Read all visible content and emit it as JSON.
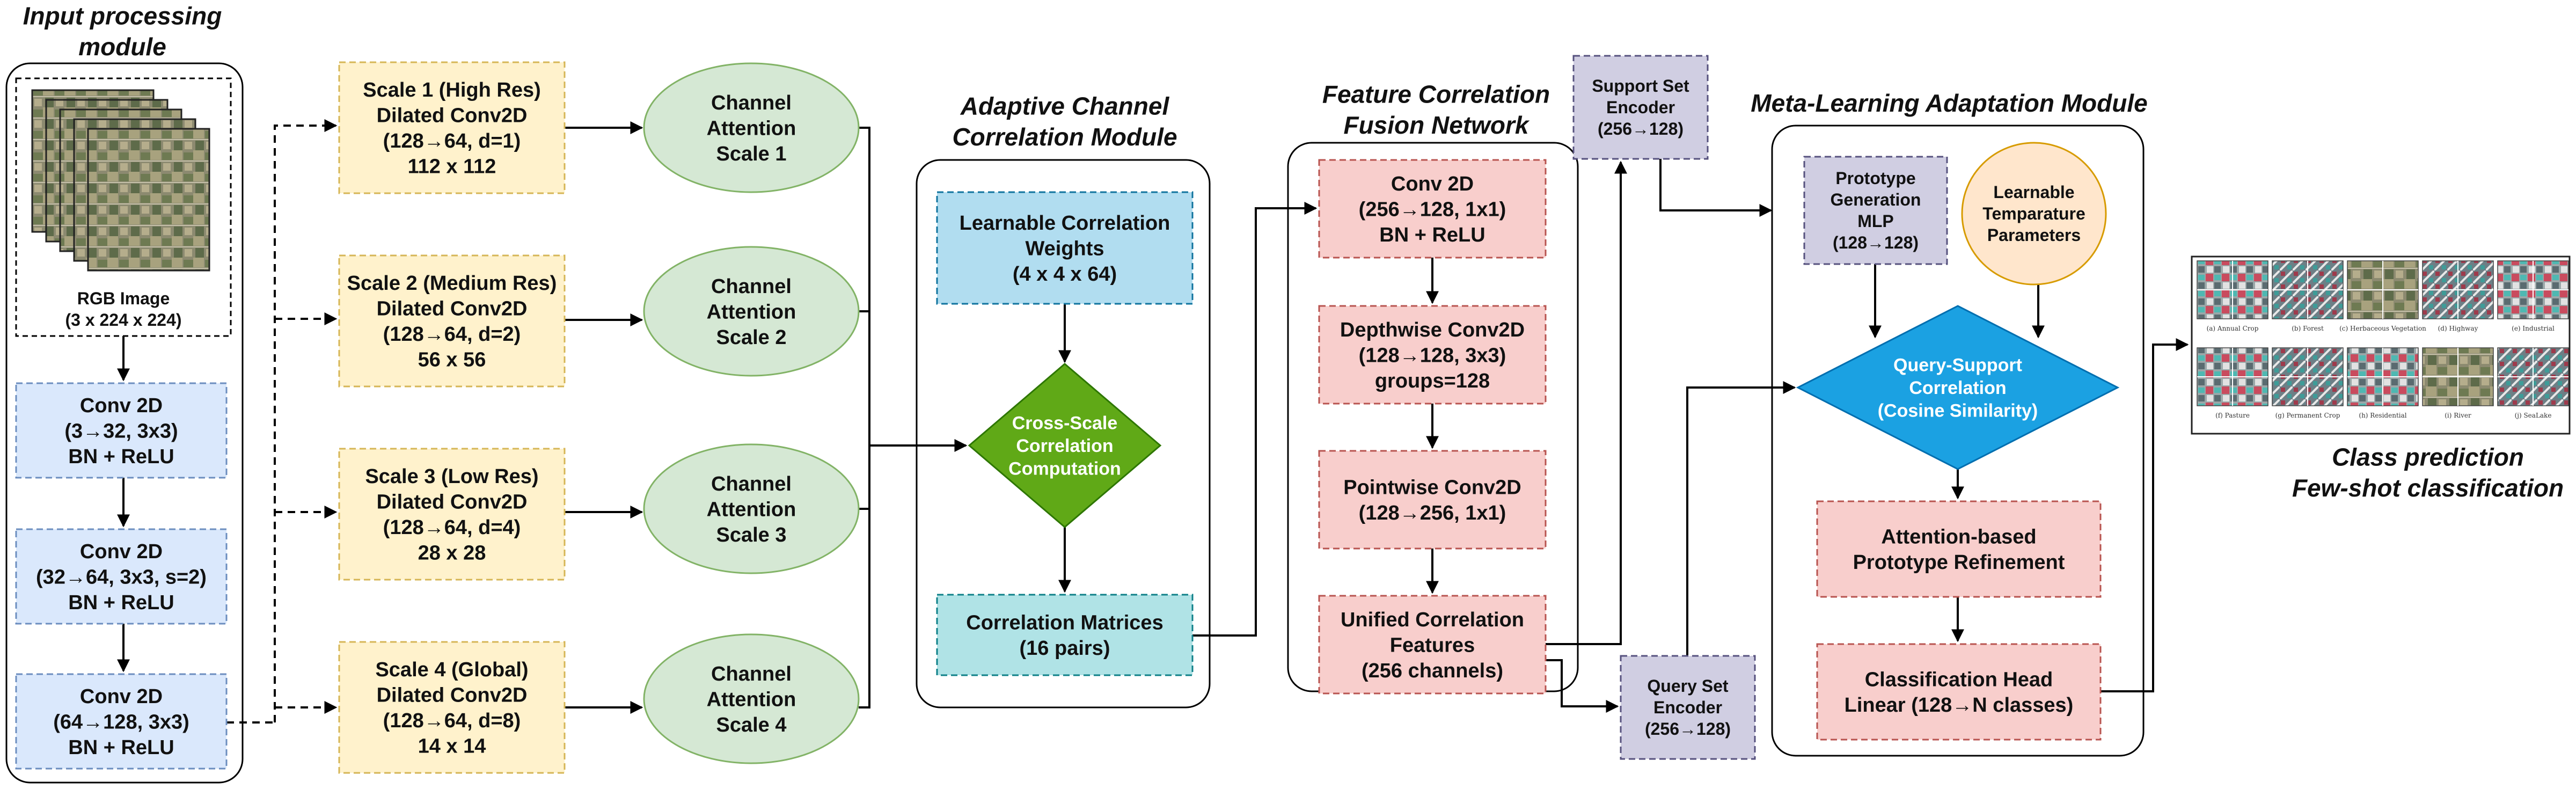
{
  "titles": {
    "input_module": [
      "Input processing",
      "module"
    ],
    "adaptive_module": [
      "Adaptive Channel",
      "Correlation Module"
    ],
    "fusion_network": [
      "Feature Correlation",
      "Fusion Network"
    ],
    "meta_module": [
      "Meta-Learning Adaptation Module"
    ],
    "output": [
      "Class prediction",
      "Few-shot classification"
    ]
  },
  "rgb_image": [
    "RGB Image",
    "(3 x 224 x 224)"
  ],
  "input_convs": [
    [
      "Conv 2D",
      "(3→32, 3x3)",
      "BN + ReLU"
    ],
    [
      "Conv 2D",
      "(32→64, 3x3, s=2)",
      "BN + ReLU"
    ],
    [
      "Conv 2D",
      "(64→128, 3x3)",
      "BN + ReLU"
    ]
  ],
  "scales": [
    [
      "Scale 1 (High Res)",
      "Dilated Conv2D",
      "(128→64, d=1)",
      "112 x 112"
    ],
    [
      "Scale 2 (Medium Res)",
      "Dilated Conv2D",
      "(128→64, d=2)",
      "56 x 56"
    ],
    [
      "Scale 3 (Low Res)",
      "Dilated Conv2D",
      "(128→64, d=4)",
      "28 x 28"
    ],
    [
      "Scale 4 (Global)",
      "Dilated Conv2D",
      "(128→64, d=8)",
      "14 x 14"
    ]
  ],
  "attentions": [
    [
      "Channel",
      "Attention",
      "Scale 1"
    ],
    [
      "Channel",
      "Attention",
      "Scale 2"
    ],
    [
      "Channel",
      "Attention",
      "Scale 3"
    ],
    [
      "Channel",
      "Attention",
      "Scale 4"
    ]
  ],
  "correlation_weights": [
    "Learnable Correlation",
    "Weights",
    "(4 x 4 x 64)"
  ],
  "cross_scale": [
    "Cross-Scale",
    "Correlation",
    "Computation"
  ],
  "correlation_matrices": [
    "Correlation Matrices",
    "(16 pairs)"
  ],
  "fusion": [
    [
      "Conv 2D",
      "(256→128, 1x1)",
      "BN + ReLU"
    ],
    [
      "Depthwise Conv2D",
      "(128→128, 3x3)",
      "groups=128"
    ],
    [
      "Pointwise Conv2D",
      "(128→256, 1x1)"
    ],
    [
      "Unified Correlation",
      "Features",
      "(256 channels)"
    ]
  ],
  "support_encoder": [
    "Support Set",
    "Encoder",
    "(256→128)"
  ],
  "query_encoder": [
    "Query Set",
    "Encoder",
    "(256→128)"
  ],
  "prototype_mlp": [
    "Prototype",
    "Generation",
    "MLP",
    "(128→128)"
  ],
  "temperature": [
    "Learnable",
    "Temparature",
    "Parameters"
  ],
  "query_support": [
    "Query-Support",
    "Correlation",
    "(Cosine Similarity)"
  ],
  "refinement": [
    "Attention-based",
    "Prototype Refinement"
  ],
  "classification_head": [
    "Classification Head",
    "Linear (128→N classes)"
  ],
  "thumb_captions": [
    "(a) Annual Crop",
    "(b) Forest",
    "(c) Herbaceous Vegetation",
    "(d) Highway",
    "(e) Industrial",
    "(f) Pasture",
    "(g) Permanent Crop",
    "(h) Residential",
    "(i) River",
    "(j) SeaLake"
  ],
  "colors": {
    "blue_fill": "#dae8fc",
    "blue_stroke": "#6c8ebf",
    "yellow_fill": "#fff2cc",
    "yellow_stroke": "#d6b656",
    "green_fill": "#d5e8d4",
    "green_stroke": "#82b366",
    "red_fill": "#f8cecc",
    "red_stroke": "#b85450",
    "purple_fill": "#d0cee2",
    "purple_stroke": "#56517e",
    "orange_fill": "#ffe6cc",
    "orange_stroke": "#d79b00",
    "sky_fill": "#b1ddf0",
    "sky_stroke": "#10739e",
    "cyan_fill": "#b0e3e6",
    "cyan_stroke": "#0e8088",
    "diamond_green": "#60a917",
    "diamond_blue": "#1ba1e2"
  }
}
